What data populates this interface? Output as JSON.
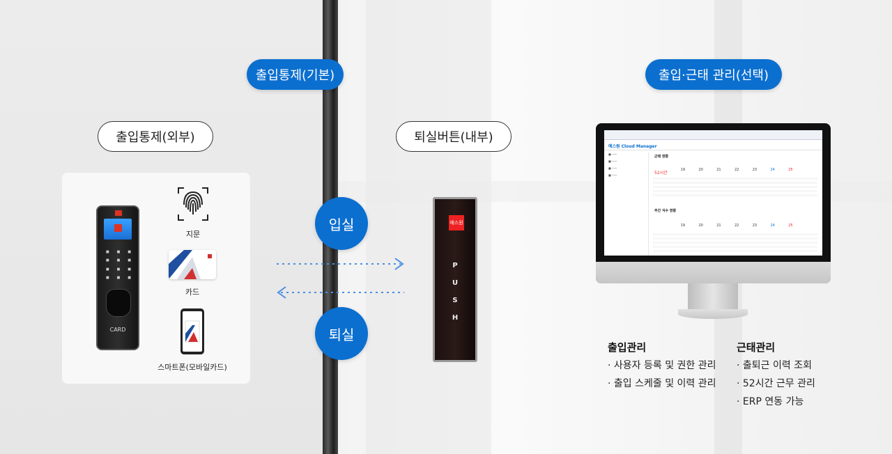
{
  "headers": {
    "basic": "출입통제(기본)",
    "optional": "출입·근태 관리(선택)"
  },
  "labels": {
    "external": "출입통제(외부)",
    "internal": "퇴실버튼(내부)"
  },
  "flow": {
    "enter": "입실",
    "exit": "퇴실"
  },
  "methods": {
    "fingerprint": "지문",
    "card": "카드",
    "smartphone": "스마트폰(모바일카드)"
  },
  "reader": {
    "card_text": "CARD"
  },
  "push_button": {
    "logo": "에스원",
    "letters": [
      "P",
      "U",
      "S",
      "H"
    ]
  },
  "screen": {
    "logo": "에스원 Cloud Manager",
    "section1": "근태 현황",
    "section2": "주간 식수 현황",
    "hours": "52시간",
    "week_days": [
      "19",
      "20",
      "21",
      "22",
      "23",
      "24",
      "25"
    ]
  },
  "management": {
    "access": {
      "title": "출입관리",
      "items": [
        "· 사용자 등록 및 권한 관리",
        "· 출입 스케줄 및 이력 관리"
      ]
    },
    "attendance": {
      "title": "근태관리",
      "items": [
        "· 출퇴근 이력 조회",
        "· 52시간 근무 관리",
        "· ERP 연동 가능"
      ]
    }
  },
  "colors": {
    "brand_blue": "#0b6fd0",
    "accent_red": "#e22222",
    "arrow_blue": "#4a90e2"
  }
}
